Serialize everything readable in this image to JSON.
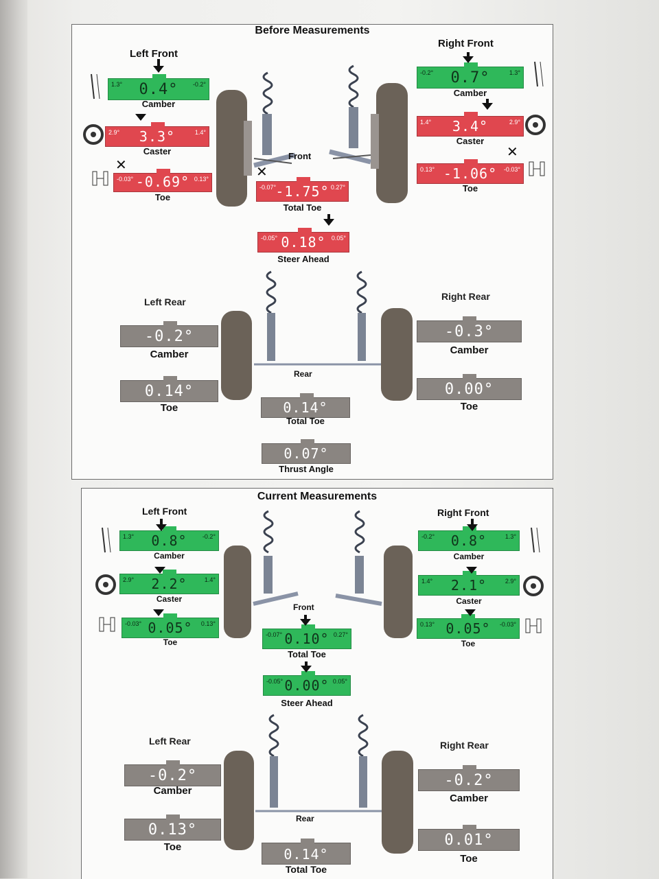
{
  "before": {
    "title": "Before Measurements",
    "left_front": "Left Front",
    "right_front": "Right Front",
    "left_rear": "Left Rear",
    "right_rear": "Right Rear",
    "front_label": "Front",
    "rear_label": "Rear",
    "gauges": {
      "lf_camber": {
        "value": "0.4°",
        "caption": "Camber",
        "lo": "1.3°",
        "hi": "-0.2°",
        "status": "green"
      },
      "lf_caster": {
        "value": "3.3°",
        "caption": "Caster",
        "lo": "2.9°",
        "hi": "1.4°",
        "status": "red"
      },
      "lf_toe": {
        "value": "-0.69°",
        "caption": "Toe",
        "lo": "-0.03°",
        "hi": "0.13°",
        "status": "red"
      },
      "rf_camber": {
        "value": "0.7°",
        "caption": "Camber",
        "lo": "-0.2°",
        "hi": "1.3°",
        "status": "green"
      },
      "rf_caster": {
        "value": "3.4°",
        "caption": "Caster",
        "lo": "1.4°",
        "hi": "2.9°",
        "status": "red"
      },
      "rf_toe": {
        "value": "-1.06°",
        "caption": "Toe",
        "lo": "0.13°",
        "hi": "-0.03°",
        "status": "red"
      },
      "total_toe": {
        "value": "-1.75°",
        "caption": "Total Toe",
        "lo": "-0.07°",
        "hi": "0.27°",
        "status": "red"
      },
      "steer_ahead": {
        "value": "0.18°",
        "caption": "Steer Ahead",
        "lo": "-0.05°",
        "hi": "0.05°",
        "status": "red"
      },
      "lr_camber": {
        "value": "-0.2°",
        "caption": "Camber",
        "status": "gray"
      },
      "lr_toe": {
        "value": "0.14°",
        "caption": "Toe",
        "status": "gray"
      },
      "rr_camber": {
        "value": "-0.3°",
        "caption": "Camber",
        "status": "gray"
      },
      "rr_toe": {
        "value": "0.00°",
        "caption": "Toe",
        "status": "gray"
      },
      "rear_total_toe": {
        "value": "0.14°",
        "caption": "Total Toe",
        "status": "gray"
      },
      "thrust_angle": {
        "value": "0.07°",
        "caption": "Thrust Angle",
        "status": "gray"
      }
    }
  },
  "current": {
    "title": "Current Measurements",
    "left_front": "Left Front",
    "right_front": "Right Front",
    "left_rear": "Left Rear",
    "right_rear": "Right Rear",
    "front_label": "Front",
    "rear_label": "Rear",
    "gauges": {
      "lf_camber": {
        "value": "0.8°",
        "caption": "Camber",
        "lo": "1.3°",
        "hi": "-0.2°",
        "status": "green"
      },
      "lf_caster": {
        "value": "2.2°",
        "caption": "Caster",
        "lo": "2.9°",
        "hi": "1.4°",
        "status": "green"
      },
      "lf_toe": {
        "value": "0.05°",
        "caption": "Toe",
        "lo": "-0.03°",
        "hi": "0.13°",
        "status": "green"
      },
      "rf_camber": {
        "value": "0.8°",
        "caption": "Camber",
        "lo": "-0.2°",
        "hi": "1.3°",
        "status": "green"
      },
      "rf_caster": {
        "value": "2.1°",
        "caption": "Caster",
        "lo": "1.4°",
        "hi": "2.9°",
        "status": "green"
      },
      "rf_toe": {
        "value": "0.05°",
        "caption": "Toe",
        "lo": "0.13°",
        "hi": "-0.03°",
        "status": "green"
      },
      "total_toe": {
        "value": "0.10°",
        "caption": "Total Toe",
        "lo": "-0.07°",
        "hi": "0.27°",
        "status": "green"
      },
      "steer_ahead": {
        "value": "0.00°",
        "caption": "Steer Ahead",
        "lo": "-0.05°",
        "hi": "0.05°",
        "status": "green"
      },
      "lr_camber": {
        "value": "-0.2°",
        "caption": "Camber",
        "status": "gray"
      },
      "lr_toe": {
        "value": "0.13°",
        "caption": "Toe",
        "status": "gray"
      },
      "rr_camber": {
        "value": "-0.2°",
        "caption": "Camber",
        "status": "gray"
      },
      "rr_toe": {
        "value": "0.01°",
        "caption": "Toe",
        "status": "gray"
      },
      "rear_total_toe": {
        "value": "0.14°",
        "caption": "Total Toe",
        "status": "gray"
      }
    }
  },
  "colors": {
    "red": "#e0474f",
    "green": "#2fb85a",
    "gray": "#8a8581"
  },
  "icons": [
    "camber-icon",
    "caster-wheel-icon",
    "toe-icon",
    "out-of-spec-x-icon",
    "pointer-arrow-icon",
    "strut-assembly-icon",
    "wheel-tire-icon"
  ]
}
